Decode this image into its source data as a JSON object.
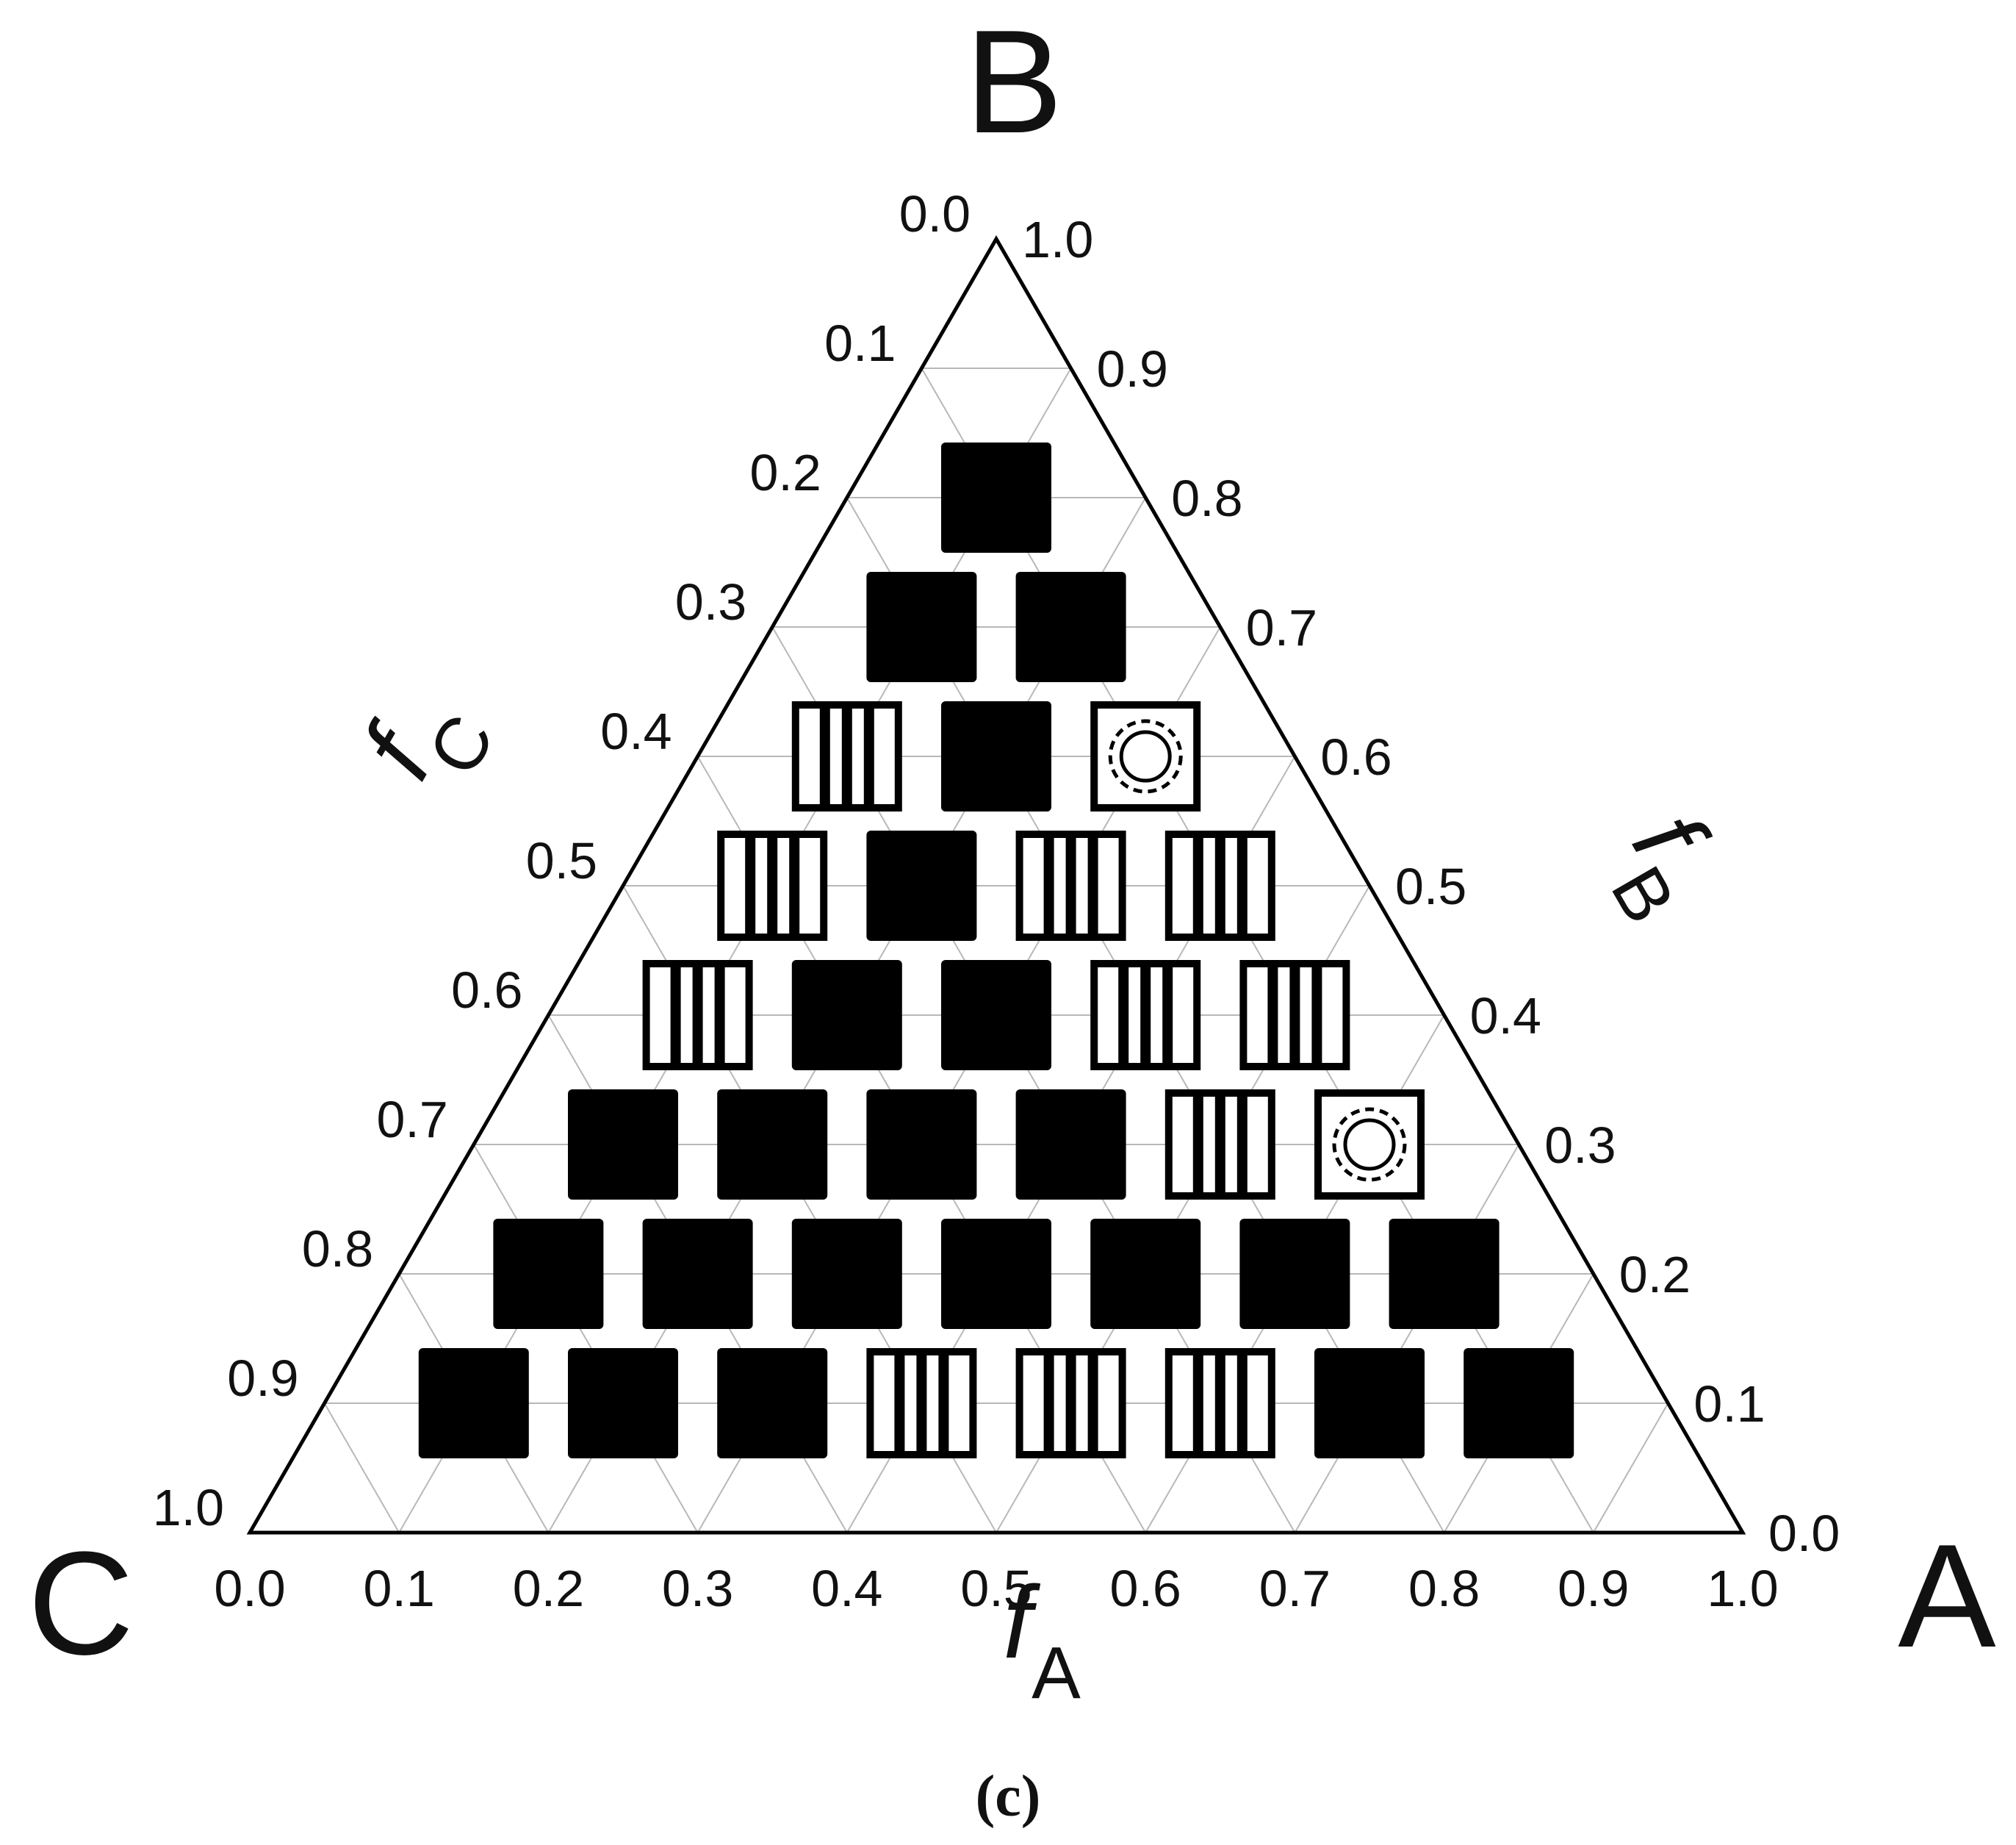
{
  "chart_data": {
    "type": "scatter",
    "coordinate_system": "ternary",
    "vertices": {
      "bottom_right": "A",
      "top": "B",
      "bottom_left": "C"
    },
    "axes": {
      "bottom": {
        "symbol": "f",
        "subscript": "A",
        "range": [
          0,
          1
        ],
        "ticks": [
          "0.0",
          "0.1",
          "0.2",
          "0.3",
          "0.4",
          "0.5",
          "0.6",
          "0.7",
          "0.8",
          "0.9",
          "1.0"
        ]
      },
      "right": {
        "symbol": "f",
        "subscript": "B",
        "range": [
          0,
          1
        ],
        "ticks": [
          "0.0",
          "0.1",
          "0.2",
          "0.3",
          "0.4",
          "0.5",
          "0.6",
          "0.7",
          "0.8",
          "0.9",
          "1.0"
        ]
      },
      "left": {
        "symbol": "f",
        "subscript": "C",
        "range": [
          0,
          1
        ],
        "ticks": [
          "0.0",
          "0.1",
          "0.2",
          "0.3",
          "0.4",
          "0.5",
          "0.6",
          "0.7",
          "0.8",
          "0.9",
          "1.0"
        ]
      }
    },
    "grid": true,
    "grid_step": 0.1,
    "panel_label": "(c)",
    "marker_types": [
      "filled-square",
      "striped-square",
      "circle-square"
    ],
    "points": [
      {
        "fA": 0.1,
        "fB": 0.8,
        "marker": "filled-square"
      },
      {
        "fA": 0.1,
        "fB": 0.7,
        "marker": "filled-square"
      },
      {
        "fA": 0.2,
        "fB": 0.7,
        "marker": "filled-square"
      },
      {
        "fA": 0.1,
        "fB": 0.6,
        "marker": "striped-square"
      },
      {
        "fA": 0.2,
        "fB": 0.6,
        "marker": "filled-square"
      },
      {
        "fA": 0.3,
        "fB": 0.6,
        "marker": "circle-square"
      },
      {
        "fA": 0.1,
        "fB": 0.5,
        "marker": "striped-square"
      },
      {
        "fA": 0.2,
        "fB": 0.5,
        "marker": "filled-square"
      },
      {
        "fA": 0.3,
        "fB": 0.5,
        "marker": "striped-square"
      },
      {
        "fA": 0.4,
        "fB": 0.5,
        "marker": "striped-square"
      },
      {
        "fA": 0.1,
        "fB": 0.4,
        "marker": "striped-square"
      },
      {
        "fA": 0.2,
        "fB": 0.4,
        "marker": "filled-square"
      },
      {
        "fA": 0.3,
        "fB": 0.4,
        "marker": "filled-square"
      },
      {
        "fA": 0.4,
        "fB": 0.4,
        "marker": "striped-square"
      },
      {
        "fA": 0.5,
        "fB": 0.4,
        "marker": "striped-square"
      },
      {
        "fA": 0.1,
        "fB": 0.3,
        "marker": "filled-square"
      },
      {
        "fA": 0.2,
        "fB": 0.3,
        "marker": "filled-square"
      },
      {
        "fA": 0.3,
        "fB": 0.3,
        "marker": "filled-square"
      },
      {
        "fA": 0.4,
        "fB": 0.3,
        "marker": "filled-square"
      },
      {
        "fA": 0.5,
        "fB": 0.3,
        "marker": "striped-square"
      },
      {
        "fA": 0.6,
        "fB": 0.3,
        "marker": "circle-square"
      },
      {
        "fA": 0.1,
        "fB": 0.2,
        "marker": "filled-square"
      },
      {
        "fA": 0.2,
        "fB": 0.2,
        "marker": "filled-square"
      },
      {
        "fA": 0.3,
        "fB": 0.2,
        "marker": "filled-square"
      },
      {
        "fA": 0.4,
        "fB": 0.2,
        "marker": "filled-square"
      },
      {
        "fA": 0.5,
        "fB": 0.2,
        "marker": "filled-square"
      },
      {
        "fA": 0.6,
        "fB": 0.2,
        "marker": "filled-square"
      },
      {
        "fA": 0.7,
        "fB": 0.2,
        "marker": "filled-square"
      },
      {
        "fA": 0.1,
        "fB": 0.1,
        "marker": "filled-square"
      },
      {
        "fA": 0.2,
        "fB": 0.1,
        "marker": "filled-square"
      },
      {
        "fA": 0.3,
        "fB": 0.1,
        "marker": "filled-square"
      },
      {
        "fA": 0.4,
        "fB": 0.1,
        "marker": "striped-square"
      },
      {
        "fA": 0.5,
        "fB": 0.1,
        "marker": "striped-square"
      },
      {
        "fA": 0.6,
        "fB": 0.1,
        "marker": "striped-square"
      },
      {
        "fA": 0.7,
        "fB": 0.1,
        "marker": "filled-square"
      },
      {
        "fA": 0.8,
        "fB": 0.1,
        "marker": "filled-square"
      }
    ],
    "colors": {
      "marker": "#000000",
      "grid": "#b8b8b8",
      "frame": "#000000"
    }
  }
}
